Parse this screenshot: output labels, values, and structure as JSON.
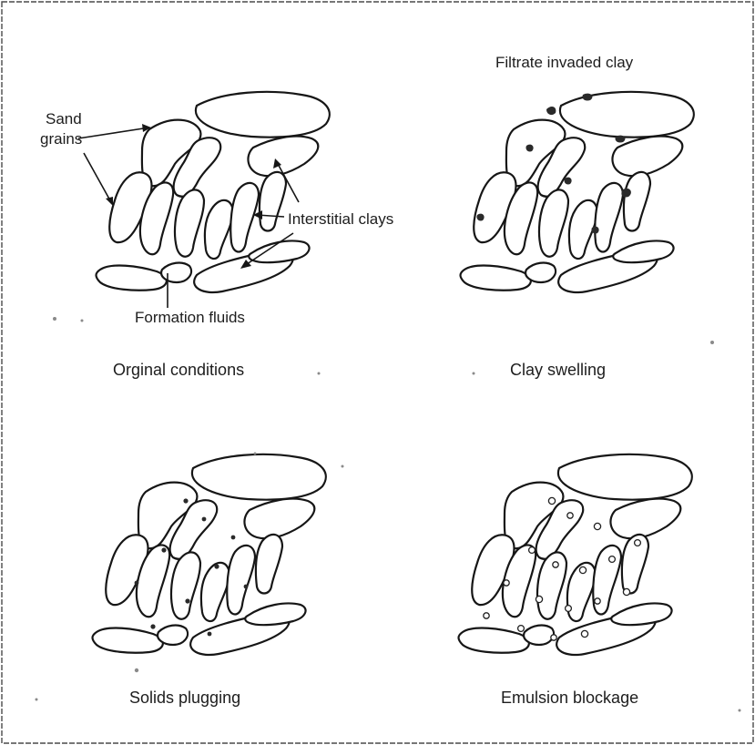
{
  "panels": {
    "original": {
      "caption": "Orginal conditions",
      "labels": {
        "sand_grains_line1": "Sand",
        "sand_grains_line2": "grains",
        "interstitial_clays": "Interstitial clays",
        "formation_fluids": "Formation fluids"
      }
    },
    "clay_swelling": {
      "caption": "Clay swelling",
      "labels": {
        "filtrate_invaded_clay": "Filtrate invaded clay"
      }
    },
    "solids_plugging": {
      "caption": "Solids plugging"
    },
    "emulsion_blockage": {
      "caption": "Emulsion blockage"
    }
  }
}
